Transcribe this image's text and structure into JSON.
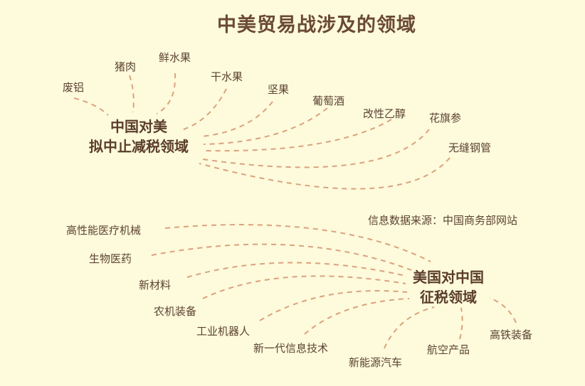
{
  "title": "中美贸易战涉及的领域",
  "china_hub": {
    "line1": "中国对美",
    "line2": "拟中止减税领域",
    "items": [
      "废铝",
      "猪肉",
      "鲜水果",
      "干水果",
      "坚果",
      "葡萄酒",
      "改性乙醇",
      "花旗参",
      "无缝钢管"
    ]
  },
  "us_hub": {
    "line1": "美国对中国",
    "line2": "征税领域",
    "items": [
      "高性能医疗机械",
      "生物医药",
      "新材料",
      "农机装备",
      "工业机器人",
      "新一代信息技术",
      "新能源汽车",
      "航空产品",
      "高铁装备"
    ]
  },
  "source": "信息数据来源：中国商务部网站",
  "colors": {
    "background": "#fefadc",
    "text": "#5b4332",
    "connector": "#d9a37d"
  }
}
